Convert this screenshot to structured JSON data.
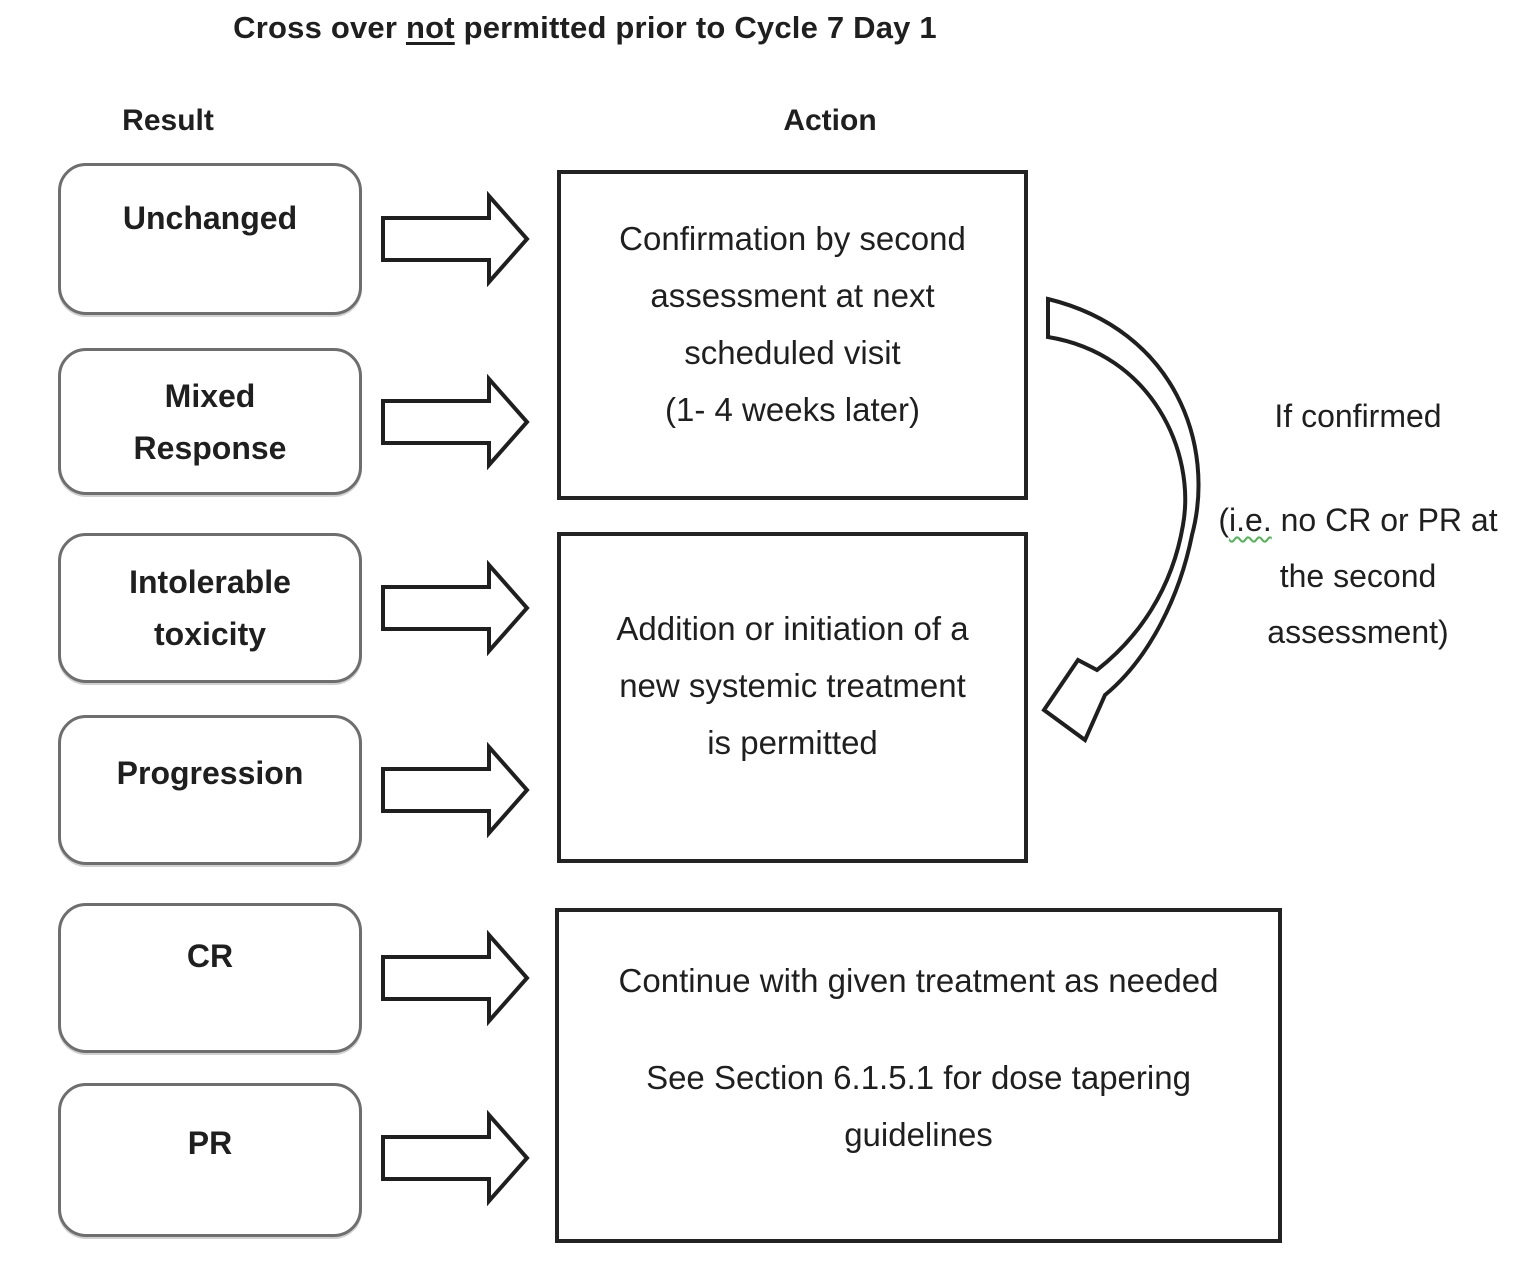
{
  "title": {
    "prefix": "Cross over ",
    "underlined": "not",
    "suffix": " permitted prior to Cycle 7 Day 1"
  },
  "columns": {
    "result": "Result",
    "action": "Action"
  },
  "results": [
    {
      "lines": [
        "Unchanged"
      ]
    },
    {
      "lines": [
        "Mixed",
        "Response"
      ]
    },
    {
      "lines": [
        "Intolerable",
        "toxicity"
      ]
    },
    {
      "lines": [
        "Progression"
      ]
    },
    {
      "lines": [
        "CR"
      ]
    },
    {
      "lines": [
        "PR"
      ]
    }
  ],
  "actions": [
    {
      "lines": [
        "Confirmation by second",
        "assessment at next",
        "scheduled visit",
        "(1- 4 weeks later)"
      ]
    },
    {
      "lines": [
        "Addition or initiation of a",
        "new systemic treatment",
        "is permitted"
      ]
    },
    {
      "lines": [
        "Continue with given treatment as needed",
        "See Section 6.1.5.1 for dose tapering",
        "guidelines"
      ]
    }
  ],
  "confirmation_note": {
    "heading": "If confirmed",
    "detail_open": "(",
    "detail_ie": "i.e.",
    "detail_line1_rest": " no CR or PR at",
    "detail_line2": "the second",
    "detail_line3": "assessment)"
  },
  "colors": {
    "ink": "#1f1f1f",
    "result_box_border": "#6e6e6e",
    "action_box_border": "#232323",
    "spellcheck_squiggle": "#53b357"
  }
}
